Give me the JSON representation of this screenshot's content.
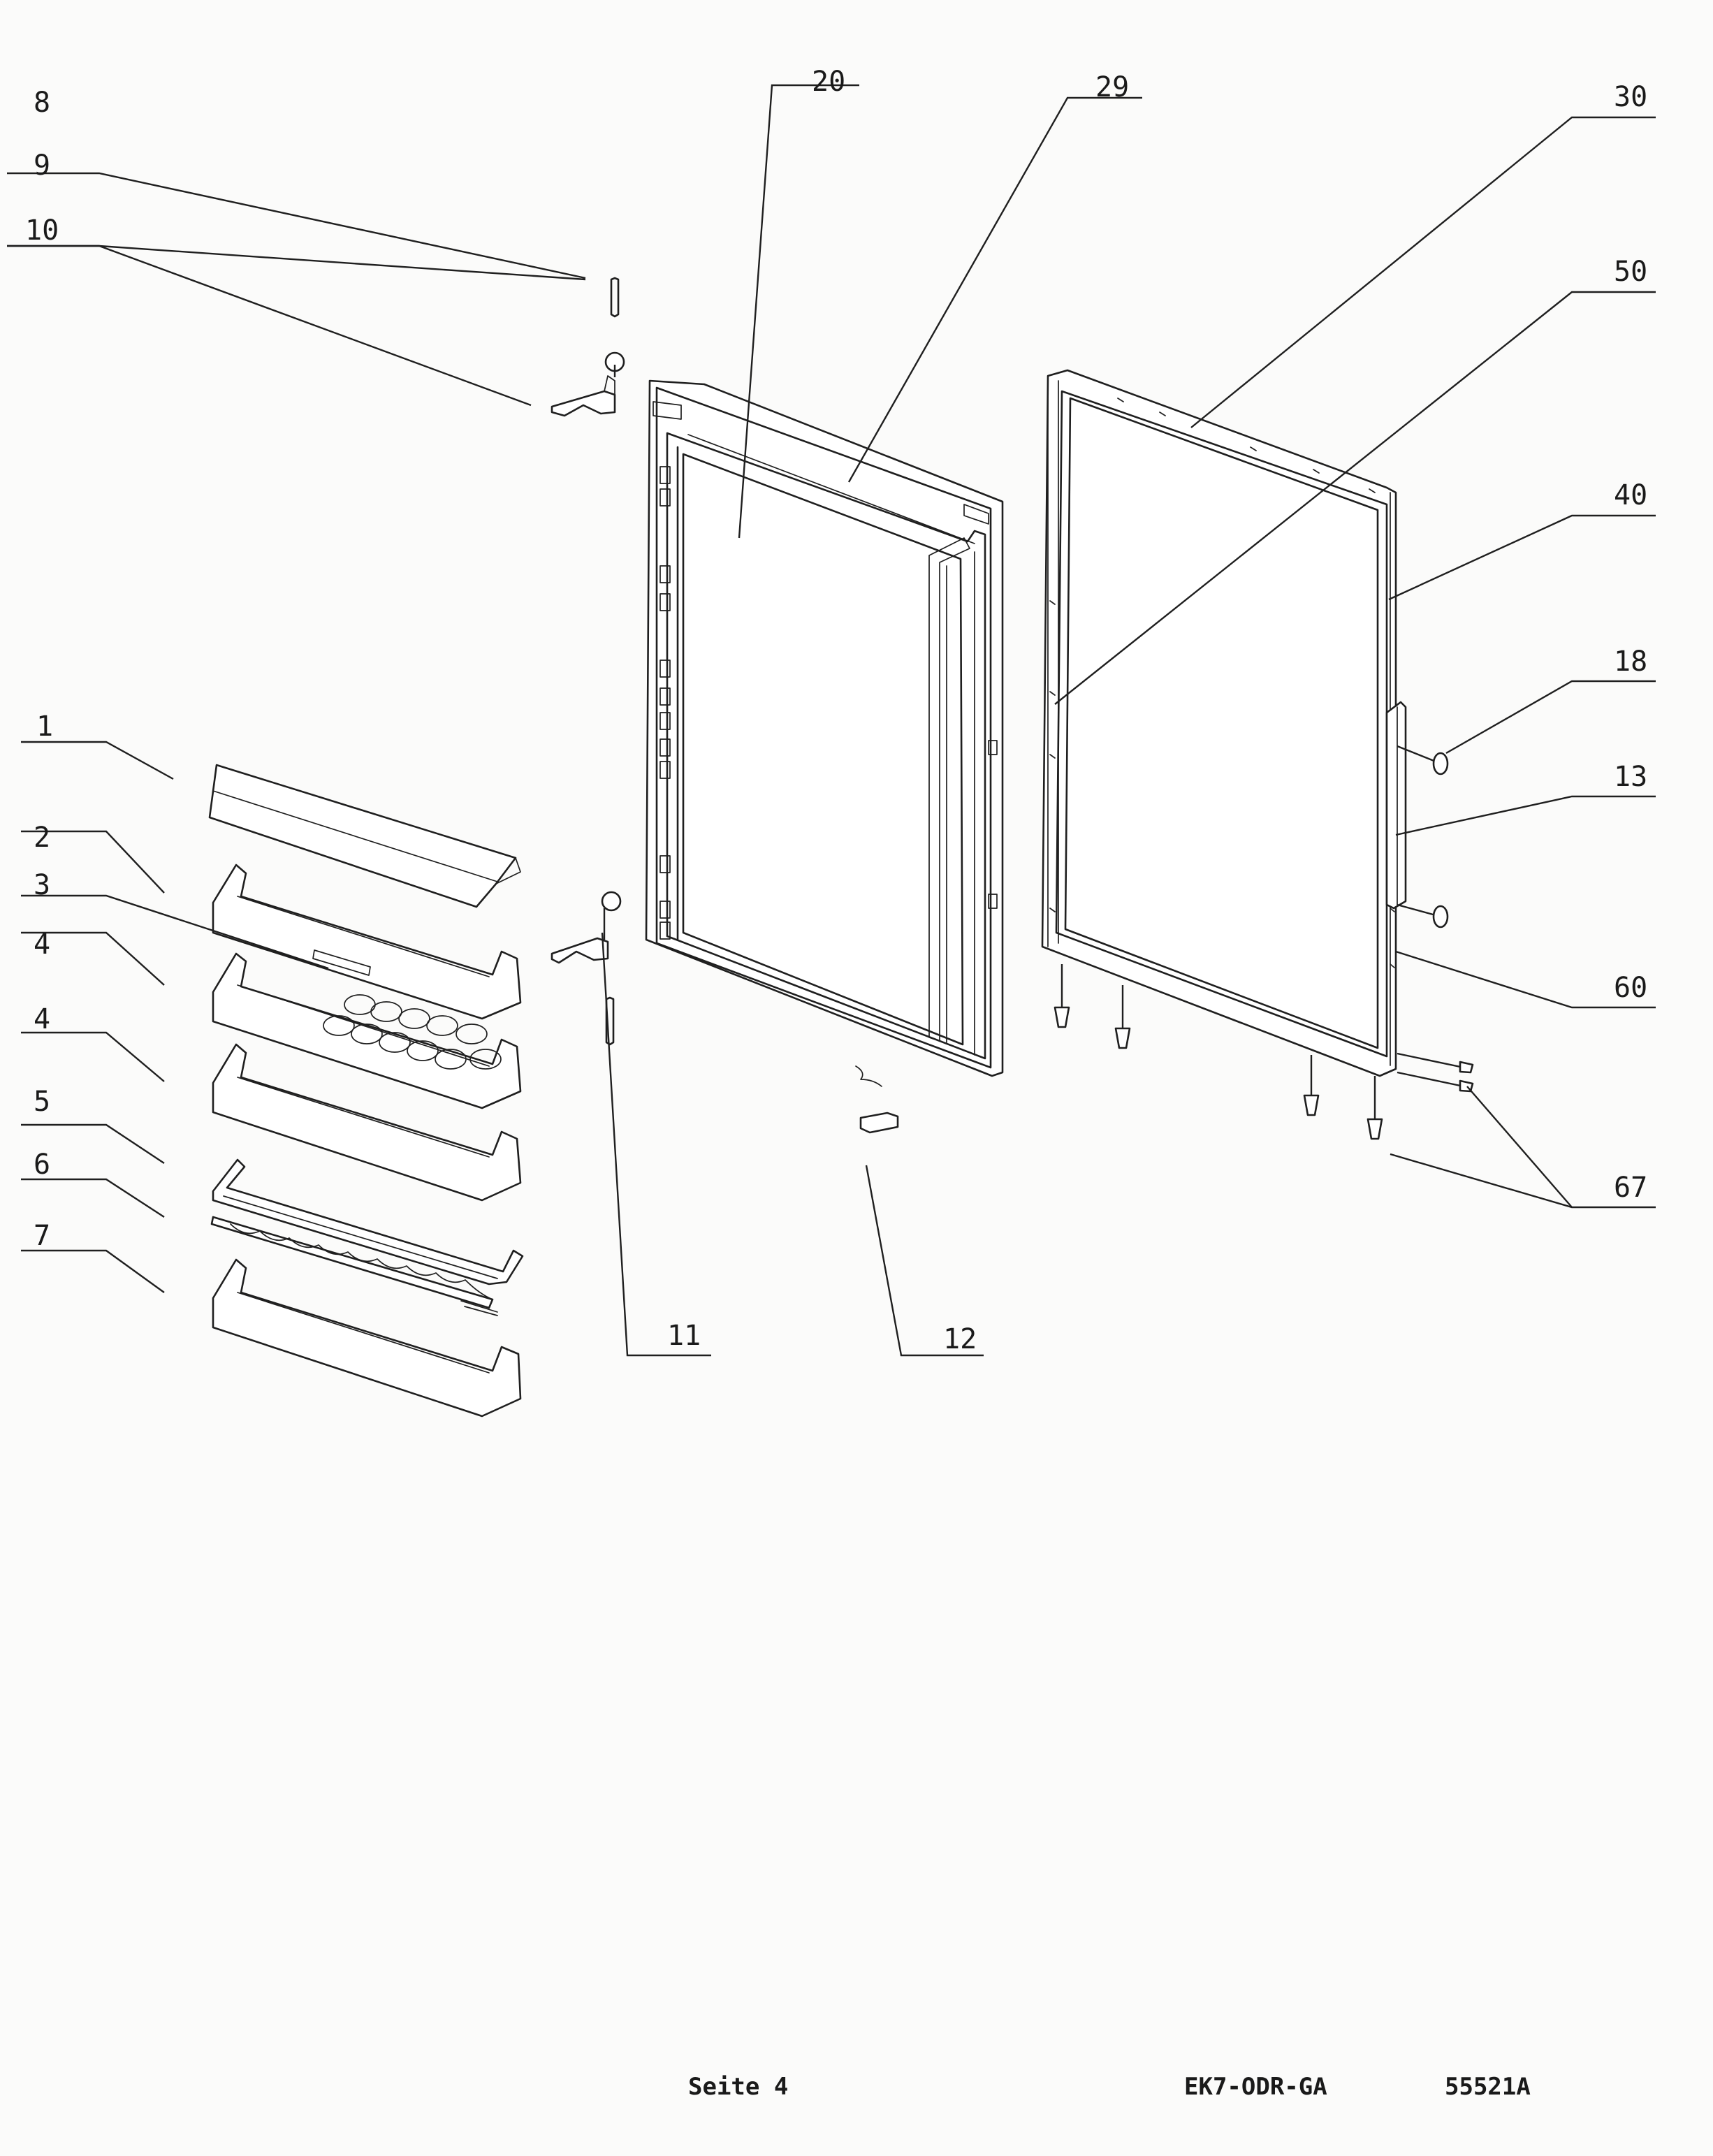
{
  "callouts": {
    "c1": "1",
    "c2": "2",
    "c3": "3",
    "c4a": "4",
    "c4b": "4",
    "c5": "5",
    "c6": "6",
    "c7": "7",
    "c8": "8",
    "c9": "9",
    "c10": "10",
    "c11": "11",
    "c12": "12",
    "c13": "13",
    "c18": "18",
    "c20": "20",
    "c29": "29",
    "c30": "30",
    "c40": "40",
    "c50": "50",
    "c60": "60",
    "c67": "67"
  },
  "footer": {
    "page": "Seite 4",
    "model": "EK7-ODR-GA",
    "code": "55521A"
  }
}
